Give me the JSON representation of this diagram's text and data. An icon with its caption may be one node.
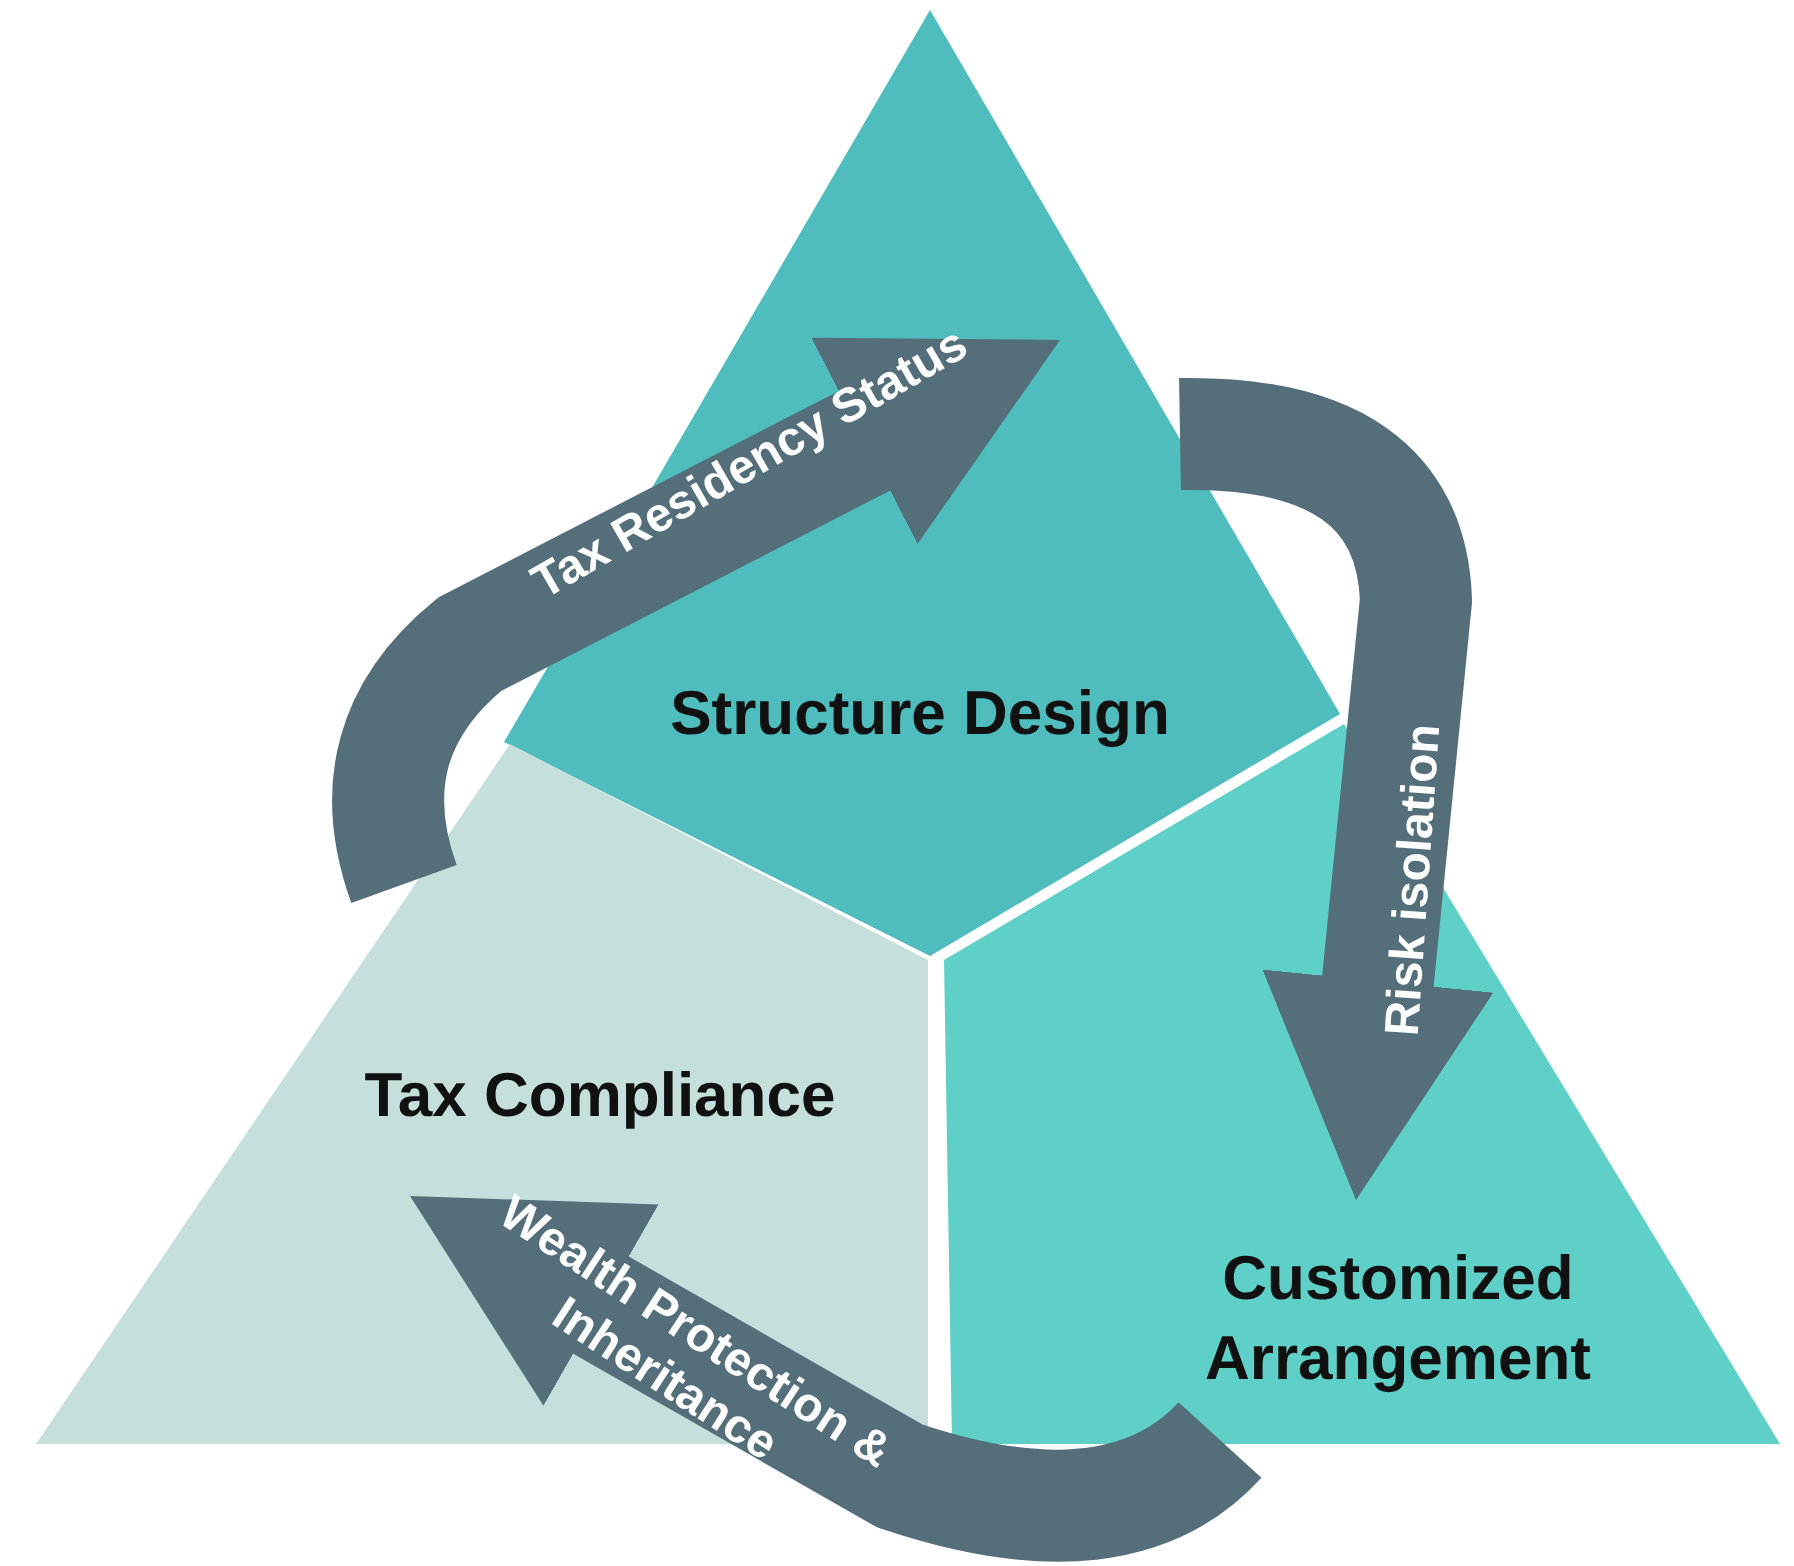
{
  "diagram": {
    "nodes": [
      {
        "text": [
          "Structure Design"
        ]
      },
      {
        "text": [
          "Tax Compliance"
        ]
      },
      {
        "text": [
          "Customized Arrangement"
        ]
      }
    ],
    "edges": [
      {
        "from": 1,
        "to": 0,
        "arrow": "to",
        "label": "Tax Residency Status"
      },
      {
        "from": 0,
        "to": 2,
        "arrow": "to",
        "label": "Risk isolation"
      },
      {
        "from": 2,
        "to": 1,
        "arrow": "to",
        "label": "Wealth Protection & Inheritance"
      }
    ]
  }
}
